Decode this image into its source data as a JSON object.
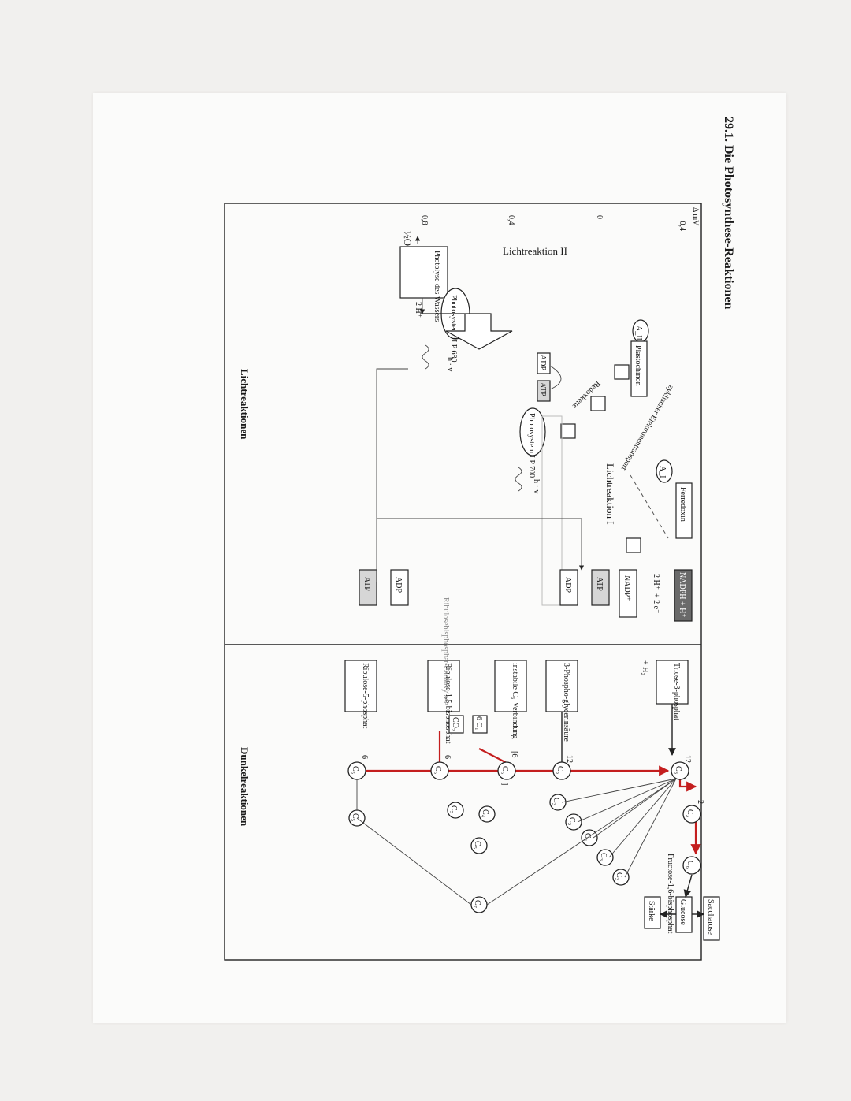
{
  "figure": {
    "title": "29.1. Die Photosynthese-Reaktionen",
    "axis_unit": "Δ mV",
    "axis_ticks": [
      "– 0,4",
      "0",
      "0,4",
      "0,8"
    ],
    "sections": {
      "light": "Lichtreaktionen",
      "dark": "Dunkelreaktionen"
    }
  },
  "light": {
    "water_split": "Photolyse des Wassers",
    "half_o2": "½O₂",
    "two_h_plus": "2 H⁺",
    "ps2": "Photosystem II P 680",
    "ps1": "Photosystem I P 700",
    "hv": "h · v",
    "lr2": "Lichtreaktion II",
    "lr1": "Lichtreaktion I",
    "a2": "A_II",
    "a1": "A_I",
    "plastochinon": "Plastochinon",
    "redoxkette": "Redoxkette",
    "cyclic": "zyklischer Elektronentransport",
    "ferredoxin": "Ferredoxin",
    "adp": "ADP",
    "atp": "ATP",
    "nadp": "NADP⁺",
    "nadph": "NADPH + H⁺",
    "two_h": "2 H⁺",
    "two_e": "+ 2 e⁻",
    "plus_h2": "+ H₂"
  },
  "dark": {
    "triose": "Triose-3-phosphat",
    "pga": "3-Phospho-glycerinsäure",
    "instabile": "instabile C₆-Verbindung",
    "rubp": "Ribulose-1,5-bisphosphat",
    "ru5p": "Ribulose-5-phosphat",
    "rubisco": "Ribulosebisphosphat-Carboxylase",
    "co2": "CO₂",
    "six_c1": "6 C₁",
    "fbp": "Fructose-1,6-bisphosphat",
    "glucose": "Glucose",
    "starch": "Stärke",
    "sucrose": "Saccharose",
    "c3": "C₃",
    "c5": "C₅",
    "c6": "C₆",
    "c4": "C₄",
    "c7": "C₇",
    "n12": "12",
    "n6": "6",
    "n2": "2",
    "bracket6": "[6",
    "bracketclose": "]"
  }
}
